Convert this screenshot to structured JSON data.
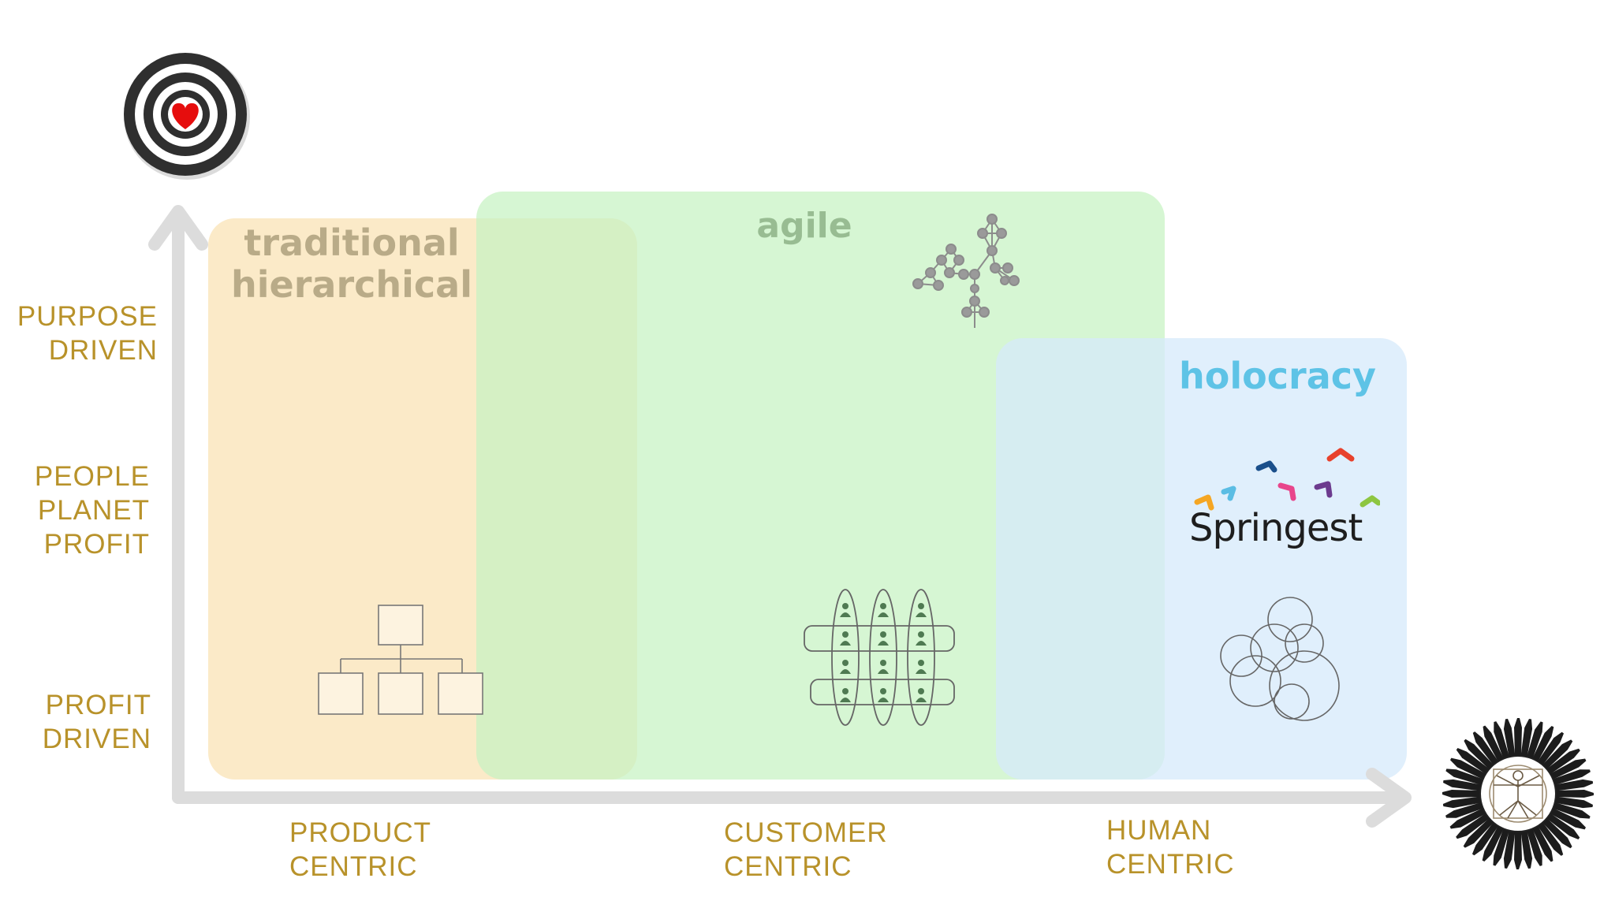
{
  "colors": {
    "axis": "#dcdcdc",
    "label_gold": "#b8922a",
    "traditional_fill": "#fbe8c2",
    "agile_fill": "#c6f2c2",
    "holocracy_fill": "#d6eafb",
    "traditional_title": "#b9ab88",
    "agile_title": "#98bc92",
    "holocracy_title": "#5ec3e6"
  },
  "zones": {
    "traditional": {
      "title_line1": "traditional",
      "title_line2": "hierarchical"
    },
    "agile": {
      "title": "agile"
    },
    "holocracy": {
      "title": "holocracy",
      "logo_text": "Springest"
    }
  },
  "y_axis": {
    "top_icon": "target-heart-icon",
    "levels": [
      {
        "line1": "PURPOSE",
        "line2": "DRIVEN"
      },
      {
        "line1": "PEOPLE",
        "line2": "PLANET",
        "line3": "PROFIT"
      },
      {
        "line1": "PROFIT",
        "line2": "DRIVEN"
      }
    ]
  },
  "x_axis": {
    "end_icon": "vitruvian-man-hands-icon",
    "levels": [
      {
        "line1": "PRODUCT",
        "line2": "CENTRIC"
      },
      {
        "line1": "CUSTOMER",
        "line2": "CENTRIC"
      },
      {
        "line1": "HUMAN",
        "line2": "CENTRIC"
      }
    ]
  },
  "icons": {
    "hierarchy": "org-chart-icon",
    "network": "network-graph-icon",
    "teams": "team-grid-icon",
    "circles": "overlapping-circles-icon"
  }
}
